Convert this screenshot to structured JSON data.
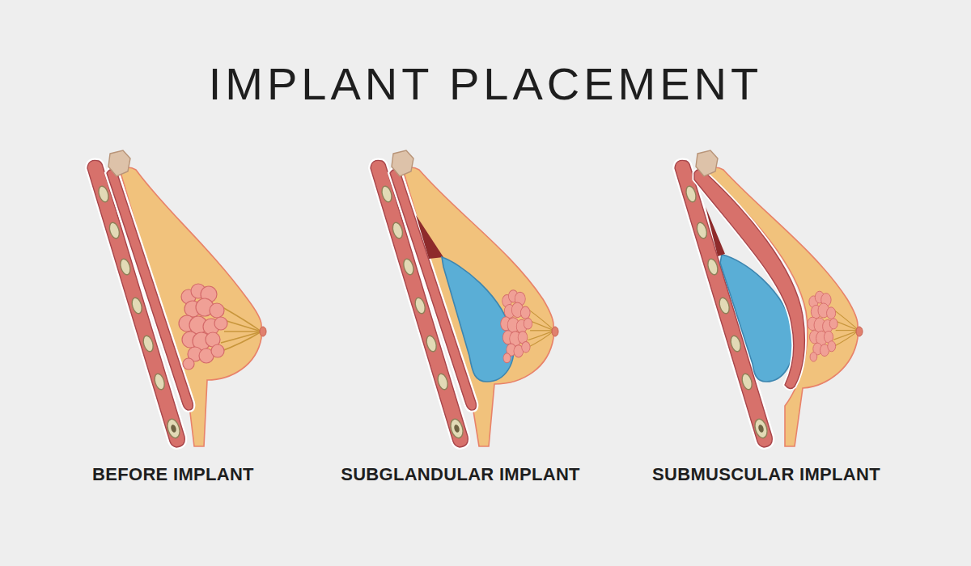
{
  "diagram": {
    "title": "IMPLANT PLACEMENT",
    "labels": [
      "BEFORE IMPLANT",
      "SUBGLANDULAR IMPLANT",
      "SUBMUSCULAR IMPLANT"
    ]
  }
}
